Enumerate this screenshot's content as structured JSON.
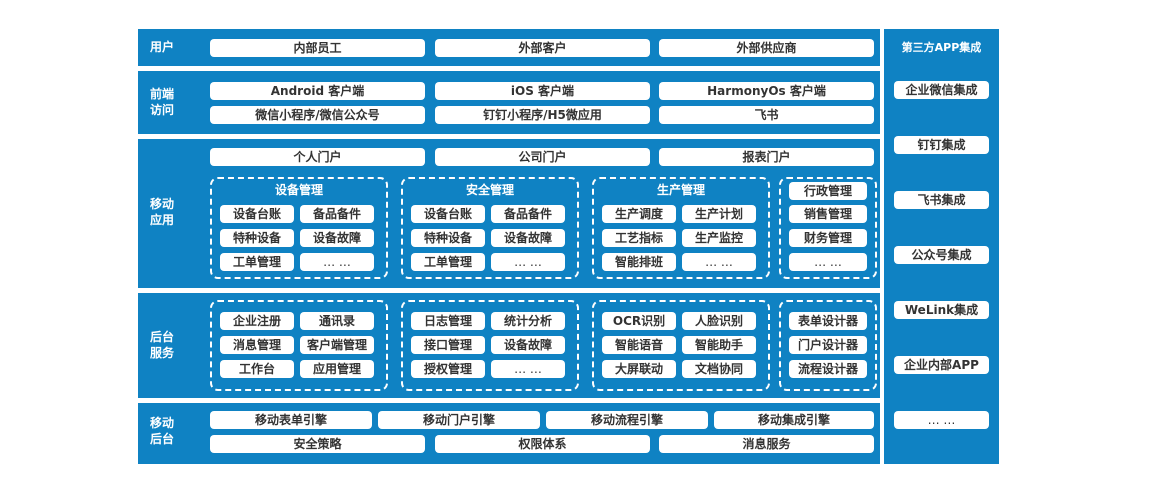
{
  "users": {
    "label": "用户",
    "items": [
      "内部员工",
      "外部客户",
      "外部供应商"
    ]
  },
  "frontend": {
    "label_line1": "前端",
    "label_line2": "访问",
    "row1": [
      "Android 客户端",
      "iOS 客户端",
      "HarmonyOs 客户端"
    ],
    "row2": [
      "微信小程序/微信公众号",
      "钉钉小程序/H5微应用",
      "飞书"
    ]
  },
  "mobile_app": {
    "label_line1": "移动",
    "label_line2": "应用",
    "portals": [
      "个人门户",
      "公司门户",
      "报表门户"
    ],
    "groups": [
      {
        "title": "设备管理",
        "items": [
          "设备台账",
          "备品备件",
          "特种设备",
          "设备故障",
          "工单管理",
          "… …"
        ]
      },
      {
        "title": "安全管理",
        "items": [
          "设备台账",
          "备品备件",
          "特种设备",
          "设备故障",
          "工单管理",
          "… …"
        ]
      },
      {
        "title": "生产管理",
        "items": [
          "生产调度",
          "生产计划",
          "工艺指标",
          "生产监控",
          "智能排班",
          "… …"
        ]
      },
      {
        "title": "",
        "items": [
          "行政管理",
          "销售管理",
          "财务管理",
          "… …"
        ]
      }
    ]
  },
  "backend_services": {
    "label_line1": "后台",
    "label_line2": "服务",
    "groups": [
      {
        "items": [
          "企业注册",
          "通讯录",
          "消息管理",
          "客户端管理",
          "工作台",
          "应用管理"
        ]
      },
      {
        "items": [
          "日志管理",
          "统计分析",
          "接口管理",
          "设备故障",
          "授权管理",
          "… …"
        ]
      },
      {
        "items": [
          "OCR识别",
          "人脸识别",
          "智能语音",
          "智能助手",
          "大屏联动",
          "文档协同"
        ]
      },
      {
        "items": [
          "表单设计器",
          "门户设计器",
          "流程设计器"
        ]
      }
    ]
  },
  "mobile_backend": {
    "label_line1": "移动",
    "label_line2": "后台",
    "row1": [
      "移动表单引擎",
      "移动门户引擎",
      "移动流程引擎",
      "移动集成引擎"
    ],
    "row2": [
      "安全策略",
      "权限体系",
      "消息服务"
    ]
  },
  "third_party": {
    "title": "第三方APP集成",
    "items": [
      "企业微信集成",
      "钉钉集成",
      "飞书集成",
      "公众号集成",
      "WeLink集成",
      "企业内部APP",
      "… …"
    ]
  },
  "colors": {
    "band_blue": "#0f82c3",
    "pill_white": "#ffffff",
    "text_dark": "#333333"
  }
}
